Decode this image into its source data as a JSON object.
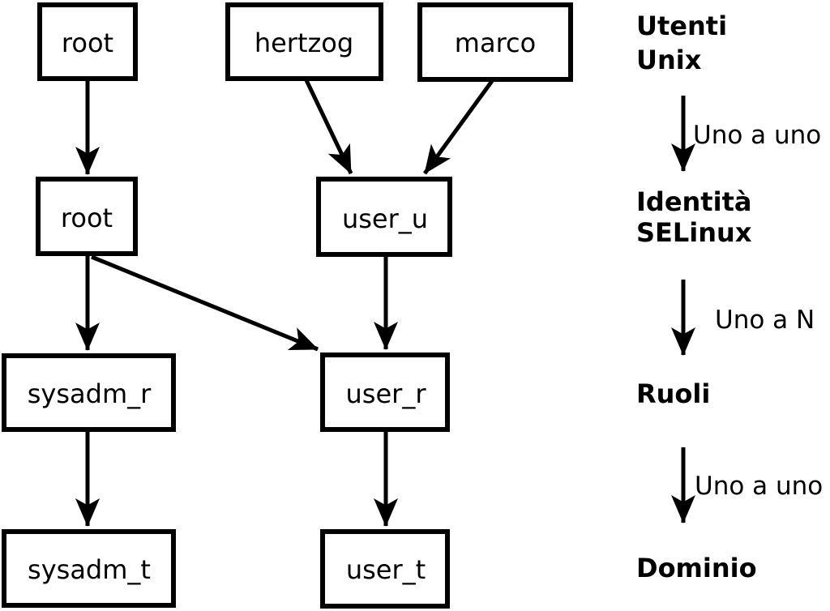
{
  "colors": {
    "line": "#000000",
    "background": "#ffffff"
  },
  "nodes": {
    "unix_root": "root",
    "unix_hertzog": "hertzog",
    "unix_marco": "marco",
    "selinux_root": "root",
    "selinux_user_u": "user_u",
    "role_sysadm_r": "sysadm_r",
    "role_user_r": "user_r",
    "domain_sysadm_t": "sysadm_t",
    "domain_user_t": "user_t"
  },
  "edges": [
    {
      "from": "unix_root",
      "to": "selinux_root"
    },
    {
      "from": "unix_hertzog",
      "to": "selinux_user_u"
    },
    {
      "from": "unix_marco",
      "to": "selinux_user_u"
    },
    {
      "from": "selinux_root",
      "to": "role_sysadm_r"
    },
    {
      "from": "selinux_root",
      "to": "role_user_r"
    },
    {
      "from": "selinux_user_u",
      "to": "role_user_r"
    },
    {
      "from": "role_sysadm_r",
      "to": "domain_sysadm_t"
    },
    {
      "from": "role_user_r",
      "to": "domain_user_t"
    }
  ],
  "legend": {
    "levels": [
      {
        "line1": "Utenti",
        "line2": "Unix"
      },
      {
        "line1": "Identità",
        "line2": "SELinux"
      },
      {
        "line1": "Ruoli",
        "line2": ""
      },
      {
        "line1": "Dominio",
        "line2": ""
      }
    ],
    "relations": [
      "Uno a uno",
      "Uno a N",
      "Uno a uno"
    ]
  }
}
